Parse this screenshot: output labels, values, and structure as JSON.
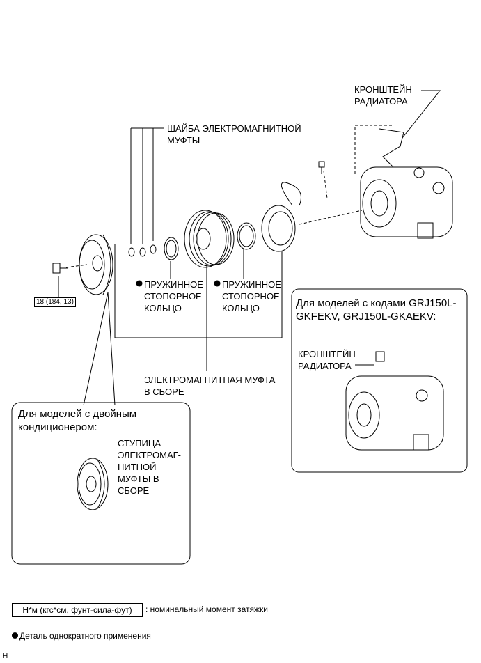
{
  "labels": {
    "bracket_top": "КРОНШТЕЙН\nРАДИАТОРА",
    "washer": "ШАЙБА ЭЛЕКТРОМАГНИТНОЙ\nМУФТЫ",
    "snap_ring_1": "ПРУЖИННОЕ\nСТОПОРНОЕ\nКОЛЬЦО",
    "snap_ring_2": "ПРУЖИННОЕ\nСТОПОРНОЕ\nКОЛЬЦО",
    "clutch_assy": "ЭЛЕКТРОМАГНИТНАЯ МУФТА\nВ СБОРЕ",
    "torque": "18 (184, 13)",
    "dual_box_title": "Для моделей с двойным\nкондиционером:",
    "hub_assy": "СТУПИЦА\nЭЛЕКТРОМАГ-\nНИТНОЙ\nМУФТЫ В\nСБОРЕ",
    "grj_box_title": "Для моделей с кодами GRJ150L-\nGKFEKV, GRJ150L-GKAEKV:",
    "bracket_box": "КРОНШТЕЙН\nРАДИАТОРА"
  },
  "legend": {
    "torque_units": "Н*м (кгс*см, фунт-сила-фут)",
    "torque_desc": ": номинальный момент затяжки",
    "single_use": "Деталь однократного применения"
  },
  "footer_code": "H"
}
